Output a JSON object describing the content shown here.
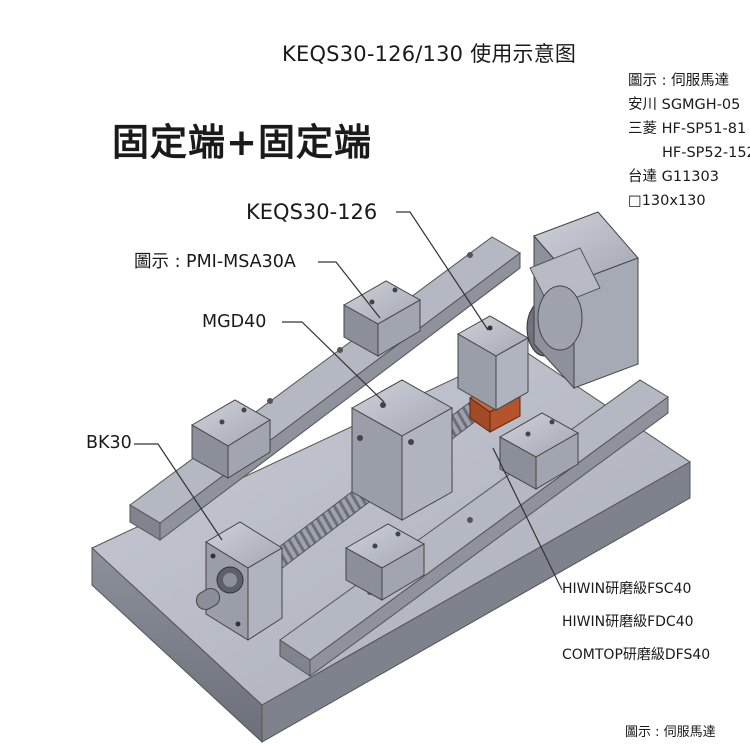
{
  "title": "KEQS30-126/130 使用示意图",
  "subtitle": "固定端+固定端",
  "labels": {
    "model": "KEQS30-126",
    "guide": "圖示 : PMI-MSA30A",
    "mgd": "MGD40",
    "bk": "BK30",
    "screw1": "HIWIN研磨級FSC40",
    "screw2": "HIWIN研磨級FDC40",
    "screw3": "COMTOP研磨級DFS40"
  },
  "servo_note": {
    "lines": [
      "圖示 : 伺服馬達",
      "安川 SGMGH-05",
      "三菱 HF-SP51-81",
      "HF-SP52-152",
      "台達 G11303",
      "□130x130"
    ]
  },
  "footer": "圖示 : 伺服馬達",
  "colors": {
    "metal_light": "#b9bcc6",
    "metal_mid": "#9a9eaa",
    "metal_dark": "#6f737e",
    "copper": "#b5532b",
    "line": "#333333"
  }
}
